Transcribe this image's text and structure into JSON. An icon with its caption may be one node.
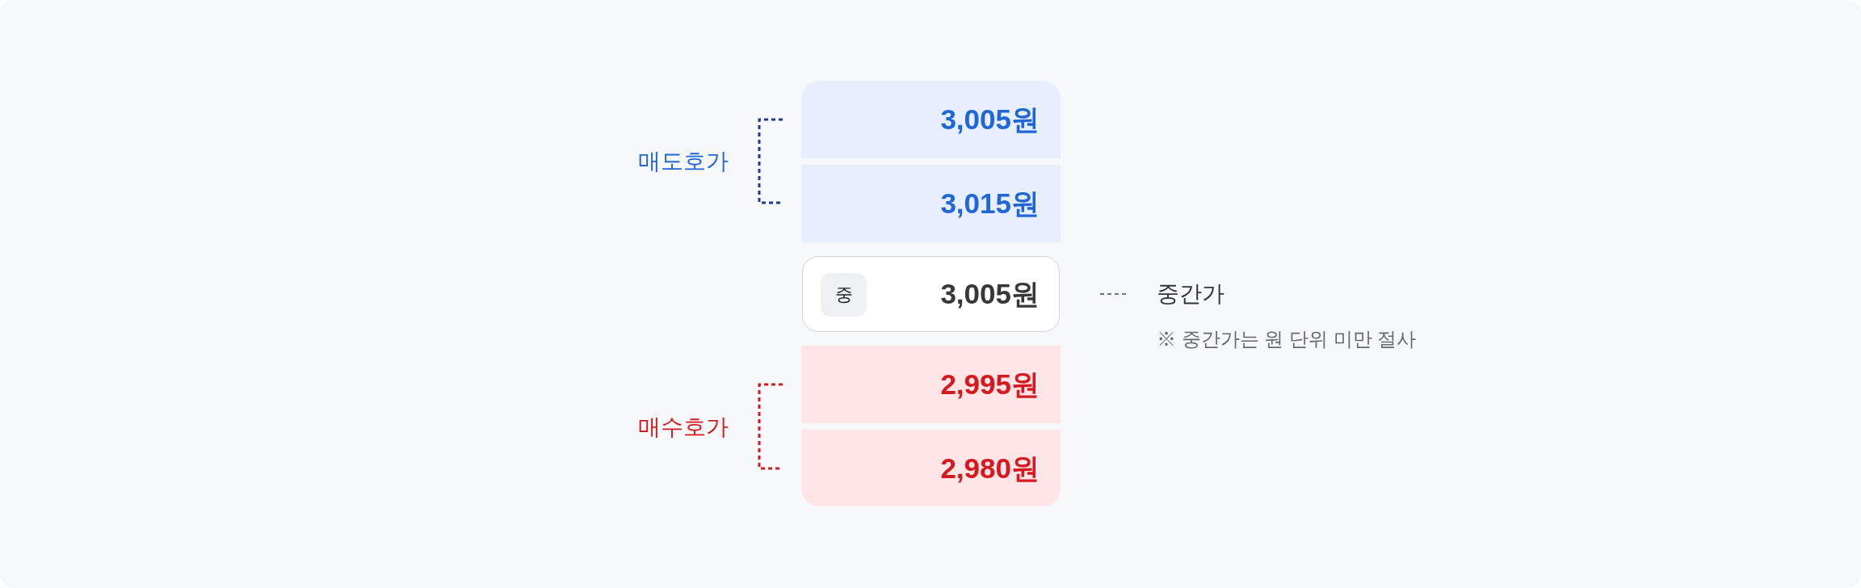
{
  "diagram": {
    "nodes": [
      {
        "text": [
          "3,005원"
        ]
      },
      {
        "text": [
          "3,015원"
        ]
      },
      {
        "text": [
          "3,005원"
        ]
      },
      {
        "text": [
          "중"
        ],
        "in": 2
      },
      {
        "text": [
          "중간가"
        ]
      },
      {
        "text": [
          "2,995원"
        ]
      },
      {
        "text": [
          "2,980원"
        ]
      }
    ],
    "edges": [
      {
        "from": 4,
        "to": 2,
        "arrow": "none",
        "style": "dashed"
      }
    ],
    "labels": [
      "매도호가",
      "※ 중간가는 원 단위 미만 절사",
      "매수호가"
    ]
  }
}
